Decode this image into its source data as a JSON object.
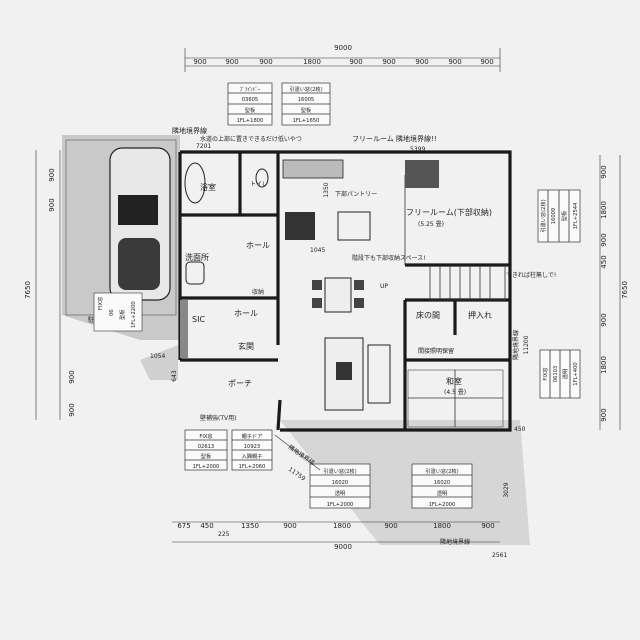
{
  "dimensions": {
    "top_total": "9000",
    "top_segments": [
      "900",
      "900",
      "900",
      "1800",
      "900",
      "900",
      "900",
      "900",
      "900"
    ],
    "bottom_total": "9000",
    "bottom_segments": [
      "675",
      "450",
      "1350",
      "900",
      "1800",
      "900",
      "1800",
      "900"
    ],
    "bottom_offset": "225",
    "bottom_extra": "2561",
    "left_total": "7650",
    "left_segments": [
      "900",
      "900",
      "900",
      "900"
    ],
    "right_segments": [
      "900",
      "1800",
      "900",
      "450",
      "900",
      "1800",
      "900"
    ],
    "right_total": "7650",
    "mid_top": "5399",
    "mid_left": "1054",
    "left_small": "643",
    "right_small": "11200",
    "diag": "11759",
    "right_bottom": "3029",
    "counter": "1045",
    "top_left_small": "7201",
    "kitchen_small": "1350",
    "corner_450": "450"
  },
  "rooms": {
    "bath": "浴室",
    "toilet": "トイレ",
    "hall_upper": "ホール",
    "washroom": "洗面所",
    "storage": "収納",
    "sic": "SIC",
    "hall_lower": "ホール",
    "entrance": "玄関",
    "porch": "ポーチ",
    "free_room": "フリールーム(下部収納)",
    "free_room_size": "(5.25 畳)",
    "kitchen_pantry": "下部パントリー",
    "toko": "床の間",
    "oshiire": "押入れ",
    "washitsu": "和室",
    "washitsu_size": "(4.5 畳)",
    "parking": "駐車場",
    "up": "UP"
  },
  "notes": {
    "top_left": "隣地境界線",
    "top_left_2": "水道の上部に置きできるだけ低いやつ",
    "top_mid": "フリールーム 隣地境界線!!",
    "stair_note": "階段下も下部収納スペース!",
    "pillar_note": "できれば柱無しで!",
    "indirect_light": "間接照明保留",
    "wall_tv": "壁補強(TV用)",
    "bottom_border": "隣地境界線",
    "diag_border": "隣地境界線",
    "right_border": "隣地境界線"
  },
  "tables": [
    {
      "lines": [
        "ﾌﾞﾗｲﾝﾄﾞｰ",
        "03605",
        "型板",
        "1FL+1800"
      ]
    },
    {
      "lines": [
        "引違い窓(2枚)",
        "16005",
        "型板",
        "1FL+1650"
      ]
    },
    {
      "lines": [
        "引違い窓(2枚)",
        "16009",
        "型板",
        "1FL+2544"
      ]
    },
    {
      "lines": [
        "FIX窓",
        "06103",
        "透明",
        "1FL+400"
      ]
    },
    {
      "lines": [
        "FIX窓",
        "02613",
        "型板",
        "1FL+2000"
      ]
    },
    {
      "lines": [
        "親子ドア",
        "10923",
        "入隅親子",
        "1FL+2060"
      ]
    },
    {
      "lines": [
        "引違い窓(2枚)",
        "16020",
        "透明",
        "1FL+2000"
      ]
    },
    {
      "lines": [
        "引違い窓(2枚)",
        "16020",
        "透明",
        "1FL+2000"
      ]
    },
    {
      "lines": [
        "FIX窓",
        "06",
        "型板",
        "1FL+2200"
      ]
    }
  ]
}
